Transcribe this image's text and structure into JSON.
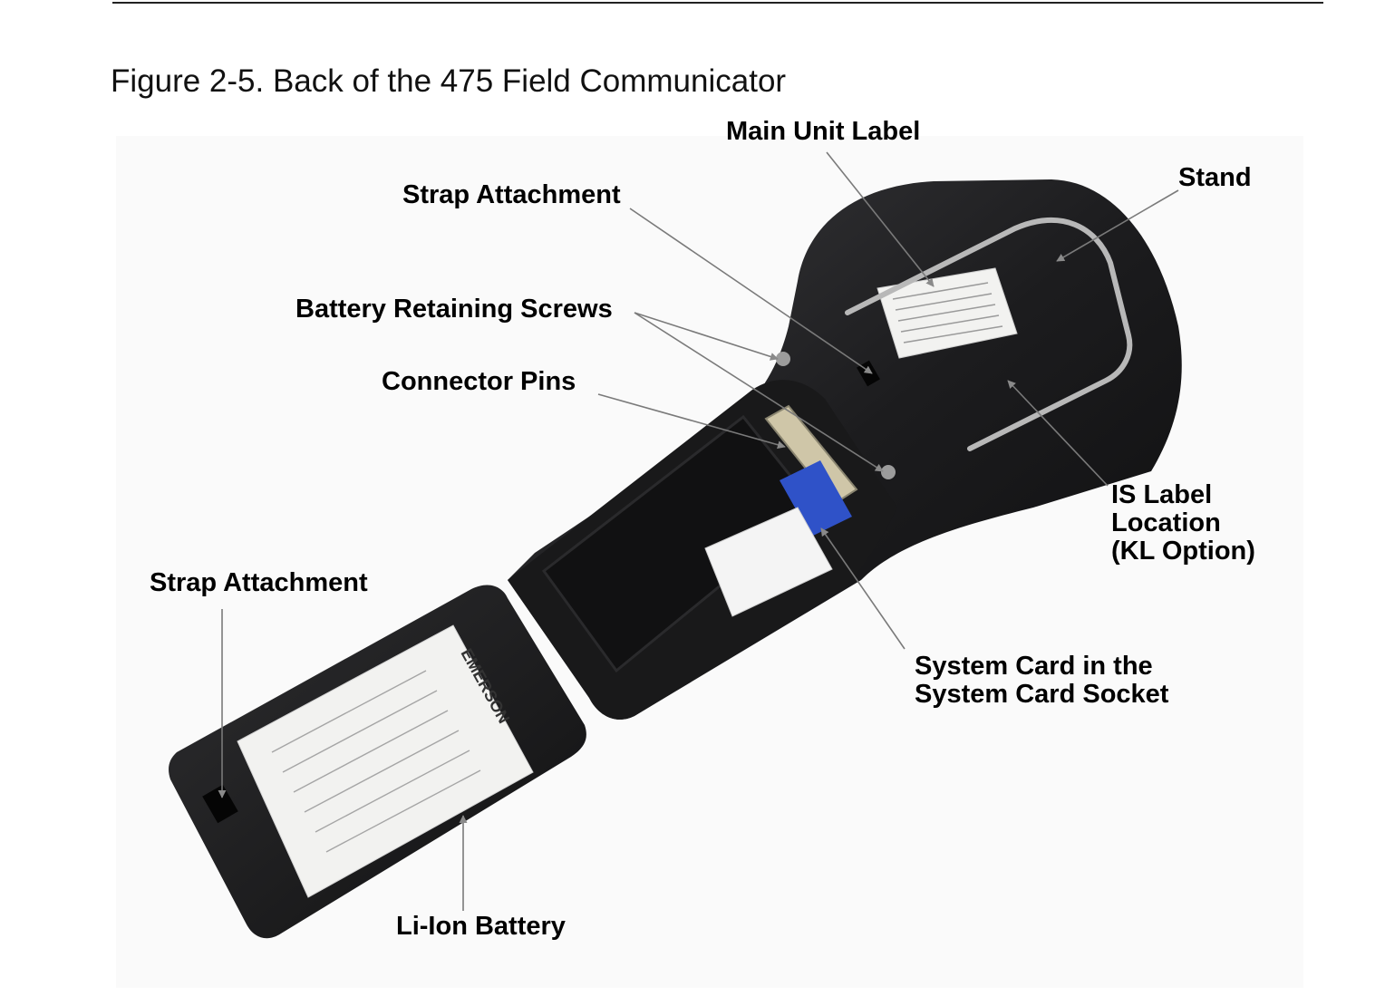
{
  "caption": "Figure 2-5.  Back of the 475 Field Communicator",
  "callouts": {
    "main_unit_label": "Main Unit Label",
    "stand": "Stand",
    "strap_attachment_top": "Strap Attachment",
    "battery_retaining_screws": "Battery Retaining Screws",
    "connector_pins": "Connector Pins",
    "is_label_line1": "IS Label",
    "is_label_line2": "Location",
    "is_label_line3": "(KL Option)",
    "strap_attachment_left": "Strap Attachment",
    "system_card_line1": "System Card in the",
    "system_card_line2": "System Card Socket",
    "li_ion_battery": "Li-Ion Battery"
  },
  "brand_text": "EMERSON",
  "colors": {
    "device_body": "#1c1c1e",
    "leader_line": "#7a7a7a",
    "system_card": "#2f52c8",
    "label_paper": "#f2f2f0"
  }
}
